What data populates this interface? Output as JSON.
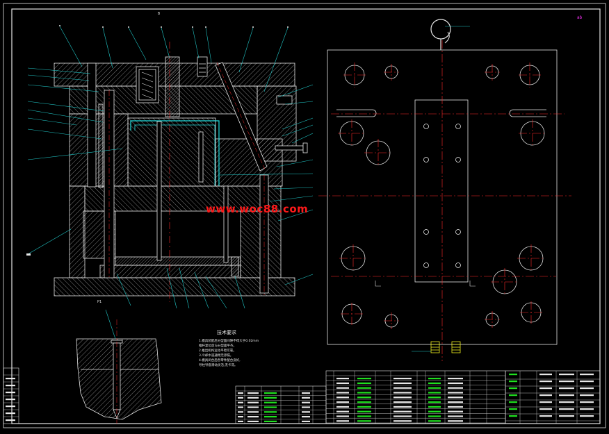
{
  "watermark": "www.woc88.com",
  "corner_label": "ab",
  "section_label_top": "B",
  "detail_label": "P1",
  "tech_title": "技术要求",
  "tech_notes": [
    "1.模具装配后分型面间隙不得大于0.02mm",
    "  推杆复位后与分型面平齐。",
    "2.推出机构运动平稳可靠。",
    "3.冷却水道通畅无渗漏。",
    "4.模具闭合后各零件配合良好,",
    "  导柱导套滑动灵活,无卡滞。"
  ],
  "colors": {
    "outline": "#e6e6e6",
    "hatch": "#d0d0d0",
    "center": "#ff2a2a",
    "leader": "#20c8c8",
    "cyan": "#22e0e0",
    "yellow": "#f0f020",
    "green": "#20e020",
    "magenta": "#ff33ff"
  }
}
